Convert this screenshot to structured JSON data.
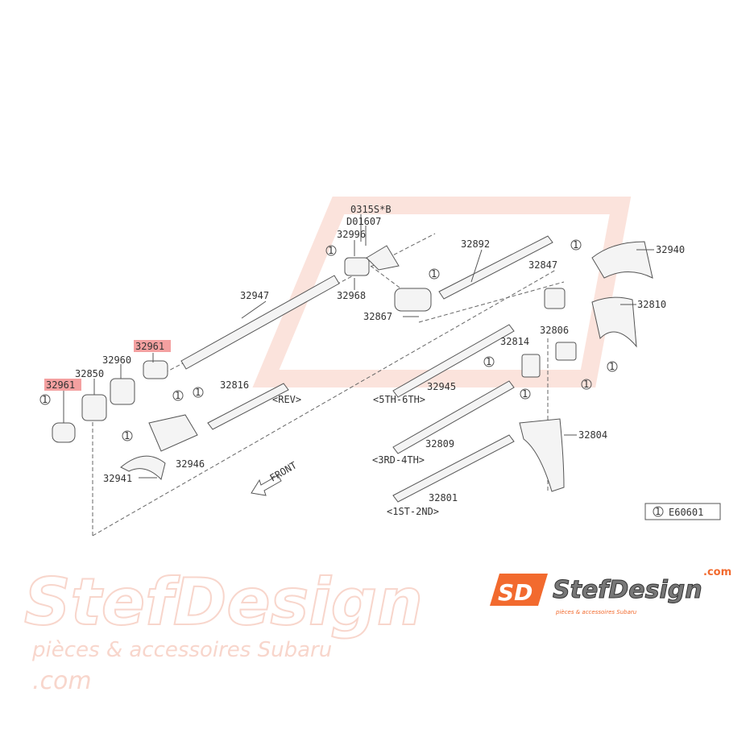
{
  "diagram": {
    "parts": {
      "p0315": "0315S*B",
      "d01607": "D01607",
      "p32996": "32996",
      "p32892": "32892",
      "p32940": "32940",
      "p32847": "32847",
      "p32968": "32968",
      "p32947": "32947",
      "p32810": "32810",
      "p32867": "32867",
      "p32806": "32806",
      "p32814": "32814",
      "p32961a": "32961",
      "p32961b": "32961",
      "p32960": "32960",
      "p32850": "32850",
      "p32945": "32945",
      "p32816": "32816",
      "p32804": "32804",
      "p32809": "32809",
      "p32946": "32946",
      "p32941": "32941",
      "p32801": "32801"
    },
    "groups": {
      "g56": "<5TH-6TH>",
      "rev": "<REV>",
      "g34": "<3RD-4TH>",
      "g12": "<1ST-2ND>"
    },
    "front": "FRONT",
    "ref_marker": "1",
    "ref_code": "E60601",
    "highlight_color": "#f4a0a0"
  },
  "watermark": {
    "brand": "StefDesign",
    "domain": ".com",
    "tagline": "pièces & accessoires Subaru",
    "logo_letters": "SD"
  }
}
